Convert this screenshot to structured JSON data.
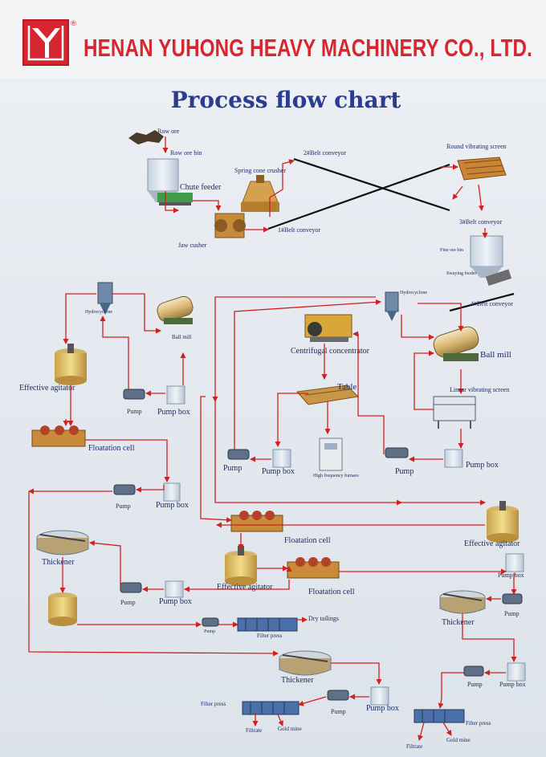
{
  "header": {
    "company_name": "HENAN YUHONG HEAVY MACHINERY CO., LTD.",
    "registered_mark": "®",
    "logo_icon": "yuhong-logo-icon",
    "brand_color": "#d7262f"
  },
  "title": "Process flow chart",
  "colors": {
    "arrow": "#d02020",
    "belt": "#111111",
    "label": "#1d2a6b",
    "title": "#2a3d8f"
  },
  "labels": {
    "row_ore": "Row ore",
    "row_ore_bin": "Row ore bin",
    "chute_feeder": "Chute feeder",
    "jaw_cusher": "Jaw cusher",
    "spring_cone_crusher": "Spring cone crusher",
    "belt_conveyor_2": "2#Belt conveyor",
    "belt_conveyor_1": "1#Belt conveyor",
    "round_vibrating_screen": "Round vibrating screen",
    "belt_conveyor_3": "3#Belt conveyor",
    "fine_ore_bin": "Fine ore bin",
    "swaying_feeder": "Swaying feeder",
    "belt_conveyor_4": "4#Belt conveyor",
    "hydrocyclone_left": "Hydrocyclone",
    "ball_mill_left": "Ball mill",
    "effective_agitator_left": "Effective agitator",
    "pump_left_1": "Pump",
    "pump_box_left_1": "Pump box",
    "floatation_cell_left": "Floatation cell",
    "pump_left_2": "Pump",
    "pump_box_left_2": "Pump box",
    "hydrocyclone_right": "Hydrocyclone",
    "centrifugal_concentrator": "Centrifugal concentrator",
    "ball_mill_right": "Ball mill",
    "table": "Table",
    "linear_vibrating_screen": "Linear vibrating screen",
    "pump_center_1": "Pump",
    "pump_box_center_1": "Pump box",
    "high_frequency_furnace": "High frequency furnace",
    "pump_center_2": "Pump",
    "pump_box_center_2": "Pump box",
    "floatation_cell_mid": "Floatation cell",
    "effective_agitator_right": "Effective agitator",
    "thickener_left": "Thickener",
    "effective_agitator_mid": "Effective agitator",
    "floatation_cell_mid2": "Floatation cell",
    "pump_box_right_1": "Pump box",
    "pump_mid": "Pump",
    "pump_box_mid": "Pump box",
    "pump_right_1": "Pump",
    "thickener_right": "Thickener",
    "pump_small": "Pump",
    "dry_tailings": "Dry tailings",
    "filter_press_mid": "Filter press",
    "thickener_bottom": "Thickener",
    "pump_right_2": "Pump",
    "pump_box_right_2": "Pump box",
    "filter_press_bottom_left": "Filter press",
    "pump_bottom": "Pump",
    "pump_box_bottom": "Pump box",
    "filtrate_left": "Filtrate",
    "gold_mine_left": "Gold mine",
    "filter_press_bottom_right": "Filter press",
    "gold_mine_right": "Gold mine",
    "filtrate_right": "Filtrate"
  }
}
